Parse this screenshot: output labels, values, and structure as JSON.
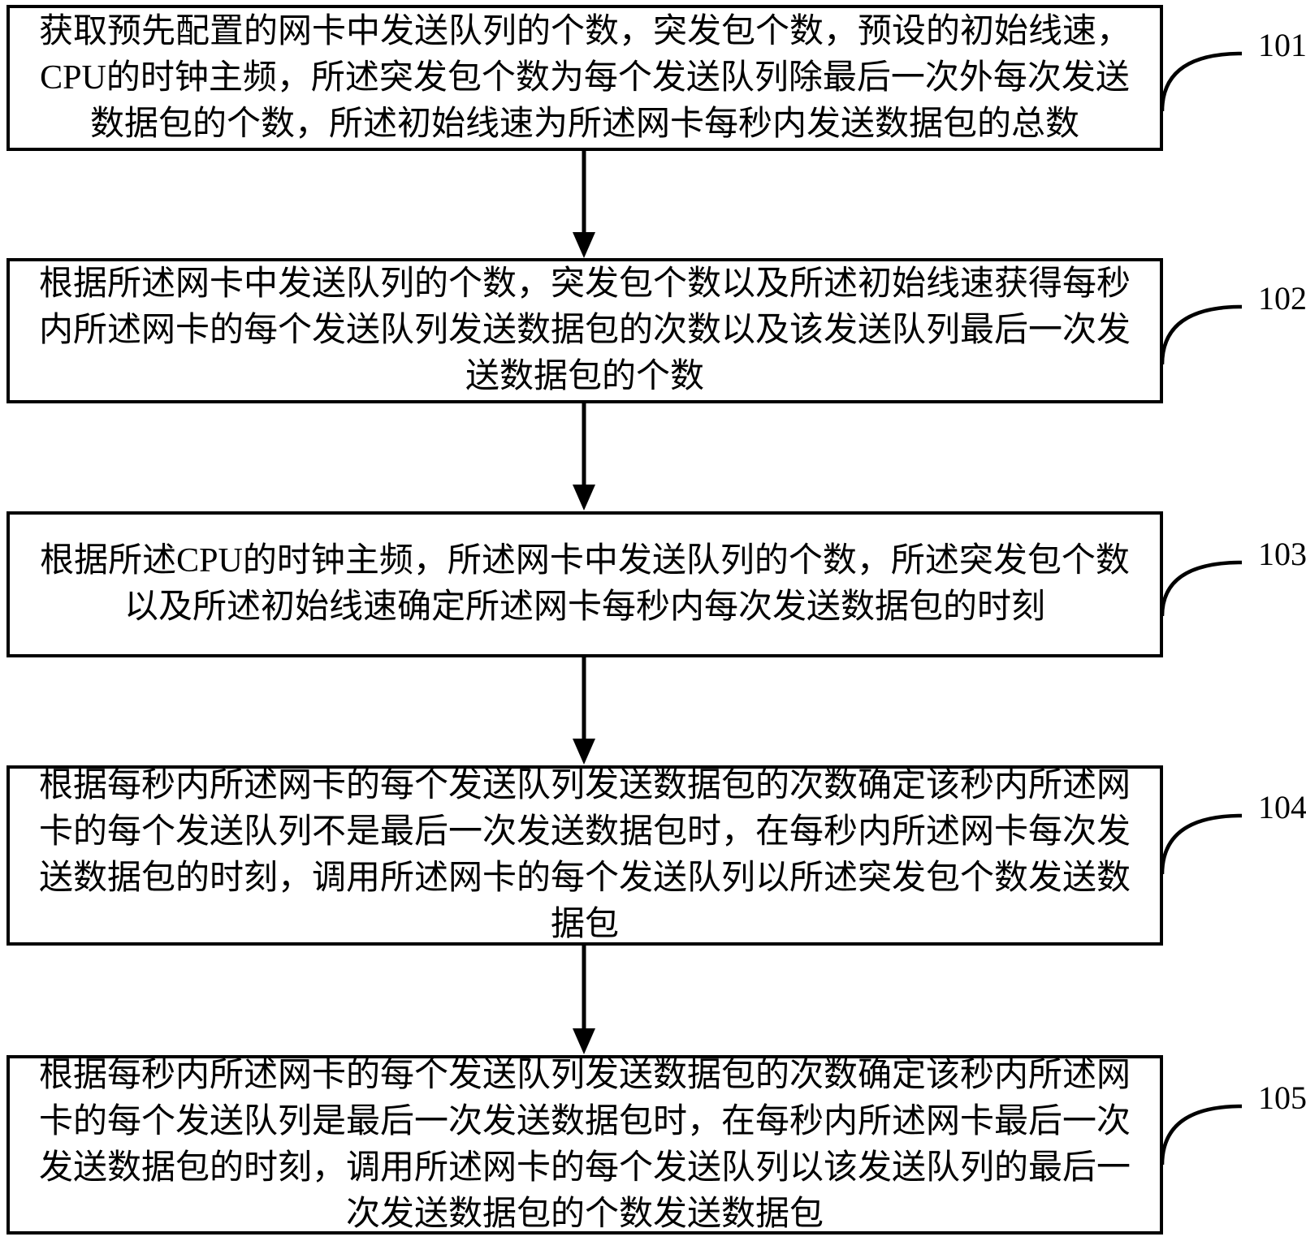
{
  "flowchart": {
    "colors": {
      "line": "#000000",
      "background": "#ffffff",
      "text": "#000000"
    },
    "steps": [
      {
        "label": "101",
        "text": "获取预先配置的网卡中发送队列的个数，突发包个数，预设的初始线速，CPU的时钟主频，所述突发包个数为每个发送队列除最后一次外每次发送数据包的个数，所述初始线速为所述网卡每秒内发送数据包的总数"
      },
      {
        "label": "102",
        "text": "根据所述网卡中发送队列的个数，突发包个数以及所述初始线速获得每秒内所述网卡的每个发送队列发送数据包的次数以及该发送队列最后一次发送数据包的个数"
      },
      {
        "label": "103",
        "text": "根据所述CPU的时钟主频，所述网卡中发送队列的个数，所述突发包个数以及所述初始线速确定所述网卡每秒内每次发送数据包的时刻"
      },
      {
        "label": "104",
        "text": "根据每秒内所述网卡的每个发送队列发送数据包的次数确定该秒内所述网卡的每个发送队列不是最后一次发送数据包时，在每秒内所述网卡每次发送数据包的时刻，调用所述网卡的每个发送队列以所述突发包个数发送数据包"
      },
      {
        "label": "105",
        "text": "根据每秒内所述网卡的每个发送队列发送数据包的次数确定该秒内所述网卡的每个发送队列是最后一次发送数据包时，在每秒内所述网卡最后一次发送数据包的时刻，调用所述网卡的每个发送队列以该发送队列的最后一次发送数据包的个数发送数据包"
      }
    ]
  }
}
